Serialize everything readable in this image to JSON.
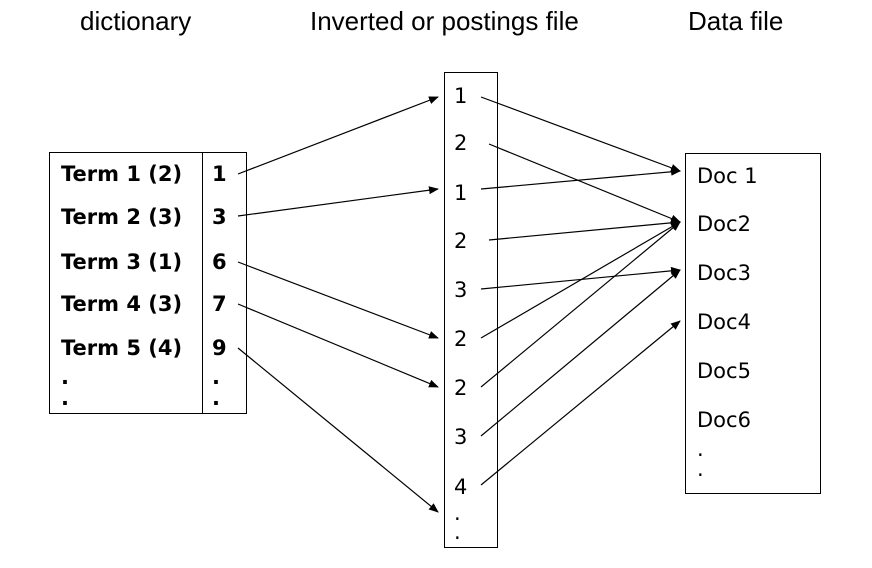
{
  "headings": {
    "dictionary": "dictionary",
    "postings": "Inverted or postings file",
    "data": "Data file"
  },
  "dictionary": {
    "terms": [
      "Term 1 (2)",
      "Term 2 (3)",
      "Term 3 (1)",
      "Term 4 (3)",
      "Term 5 (4)"
    ],
    "pointers": [
      "1",
      "3",
      "6",
      "7",
      "9"
    ],
    "ellipsis": ".",
    "links": [
      {
        "from_row": 0,
        "to_posting": 0
      },
      {
        "from_row": 1,
        "to_posting": 2
      },
      {
        "from_row": 2,
        "to_posting": 5
      },
      {
        "from_row": 3,
        "to_posting": 6
      },
      {
        "from_row": 4,
        "to_posting": 9
      }
    ]
  },
  "postings": {
    "entries": [
      "1",
      "2",
      "1",
      "2",
      "3",
      "2",
      "2",
      "3",
      "4"
    ],
    "ellipsis": ".",
    "links": [
      {
        "from_posting": 0,
        "to_doc": 0
      },
      {
        "from_posting": 1,
        "to_doc": 1
      },
      {
        "from_posting": 2,
        "to_doc": 0
      },
      {
        "from_posting": 3,
        "to_doc": 1
      },
      {
        "from_posting": 4,
        "to_doc": 2
      },
      {
        "from_posting": 5,
        "to_doc": 1
      },
      {
        "from_posting": 6,
        "to_doc": 1
      },
      {
        "from_posting": 7,
        "to_doc": 2
      },
      {
        "from_posting": 8,
        "to_doc": 3
      }
    ]
  },
  "data_file": {
    "docs": [
      "Doc 1",
      "Doc2",
      "Doc3",
      "Doc4",
      "Doc5",
      "Doc6"
    ],
    "ellipsis": "."
  }
}
